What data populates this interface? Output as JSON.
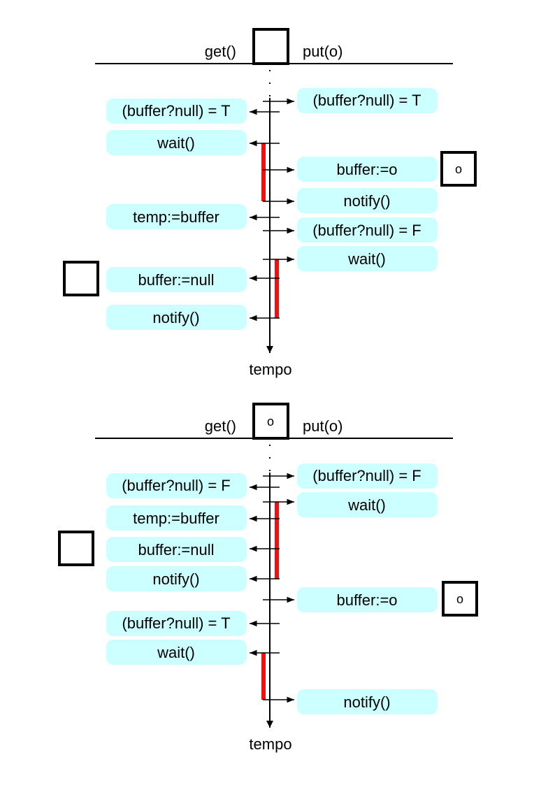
{
  "colors": {
    "pill": "#ccffff",
    "wait_bar": "#ee1111",
    "line": "#000000"
  },
  "diagram1": {
    "left_label": "get()",
    "right_label": "put(o)",
    "buffer_value": "",
    "axis_label": "tempo",
    "left_steps": [
      "(buffer?null) = T",
      "wait()",
      "temp:=buffer",
      "buffer:=null",
      "notify()"
    ],
    "right_steps": [
      "(buffer?null) = T",
      "buffer:=o",
      "notify()",
      "(buffer?null) = F",
      "wait()"
    ],
    "buffer_box_right": "o",
    "buffer_box_left": ""
  },
  "diagram2": {
    "left_label": "get()",
    "right_label": "put(o)",
    "buffer_value": "o",
    "axis_label": "tempo",
    "left_steps": [
      "(buffer?null) = F",
      "temp:=buffer",
      "buffer:=null",
      "notify()",
      "(buffer?null) = T",
      "wait()"
    ],
    "right_steps": [
      "(buffer?null) = F",
      "wait()",
      "buffer:=o",
      "notify()"
    ],
    "buffer_box_right": "o",
    "buffer_box_left": ""
  }
}
